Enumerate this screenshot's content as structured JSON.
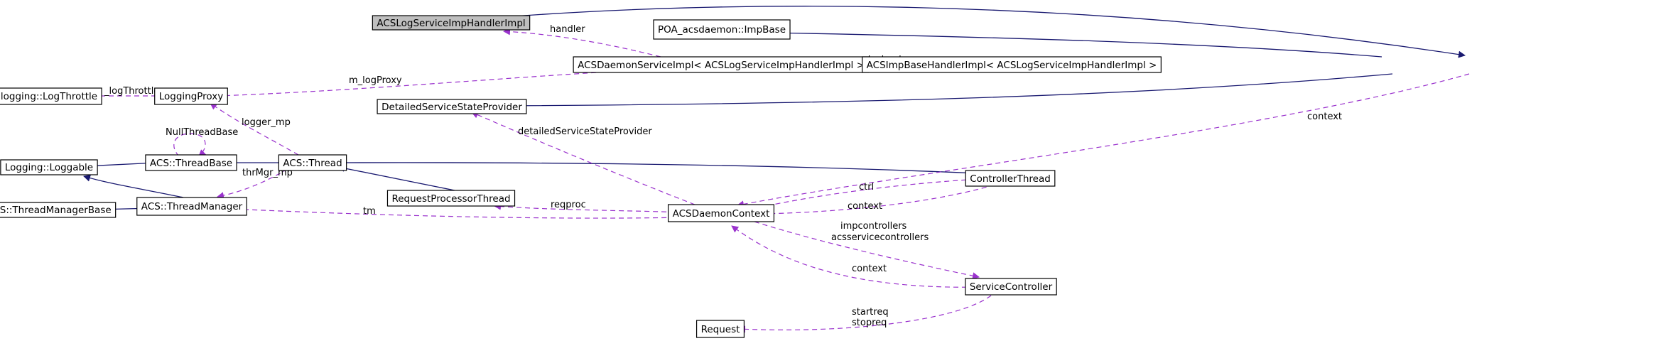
{
  "colors": {
    "inheritance": "#191970",
    "usage": "#9a32cd",
    "highlight": "#bfbfbf"
  },
  "nodes": {
    "handler_impl": "ACSLogServiceImpHandlerImpl",
    "poa_impbase": "POA_acsdaemon::ImpBase",
    "daemon_service_impl": "ACSDaemonServiceImpl< ACSLogServiceImpHandlerImpl >",
    "impbase_handler_impl": "ACSImpBaseHandlerImpl< ACSLogServiceImpHandlerImpl >",
    "log_throttle": "logging::LogThrottle",
    "logging_proxy": "LoggingProxy",
    "detailed_provider": "DetailedServiceStateProvider",
    "loggable": "Logging::Loggable",
    "thread_base": "ACS::ThreadBase",
    "acs_thread": "ACS::Thread",
    "controller_thread": "ControllerThread",
    "thread_manager_base": "ACS::ThreadManagerBase",
    "thread_manager": "ACS::ThreadManager",
    "request_processor": "RequestProcessorThread",
    "daemon_context": "ACSDaemonContext",
    "service_controller": "ServiceController",
    "request": "Request"
  },
  "edge_labels": {
    "handler": "handler",
    "serviceimpl": "serviceimpl",
    "m_logProxy": "m_logProxy",
    "logThrottle": "_logThrottle",
    "context_impbase": "context",
    "logger_mp": "logger_mp",
    "nullThreadBase": "NullThreadBase",
    "detailedServiceStateProvider": "detailedServiceStateProvider",
    "thrMgr_mp": "thrMgr_mp",
    "ctrl": "ctrl",
    "context_ctrl": "context",
    "reqproc": "reqproc",
    "tm": "tm",
    "impcontrollers": "impcontrollers",
    "acsservicecontrollers": "acsservicecontrollers",
    "context_service": "context",
    "startreq": "startreq",
    "stopreq": "stopreq"
  }
}
